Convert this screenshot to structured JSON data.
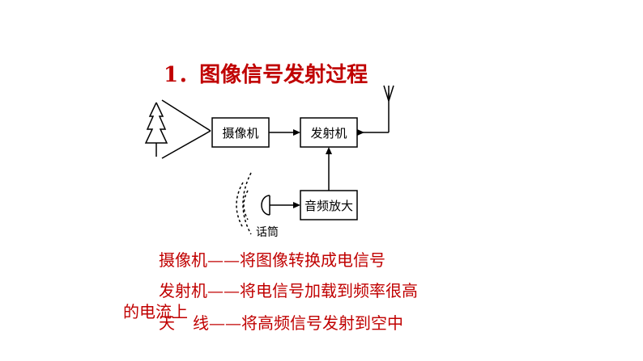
{
  "title": "1．图像信号发射过程",
  "diagram": {
    "camera_label": "摄像机",
    "transmitter_label": "发射机",
    "amplifier_label": "音频放大",
    "microphone_label": "话筒"
  },
  "descriptions": {
    "camera_line": "摄像机——将图像转换成电信号",
    "transmitter_line": "发射机——将电信号加载到频率很高",
    "transmitter_cont": "的电流上",
    "antenna_line_a": "天",
    "antenna_line_b": "线——将高频信号发射到空中"
  }
}
